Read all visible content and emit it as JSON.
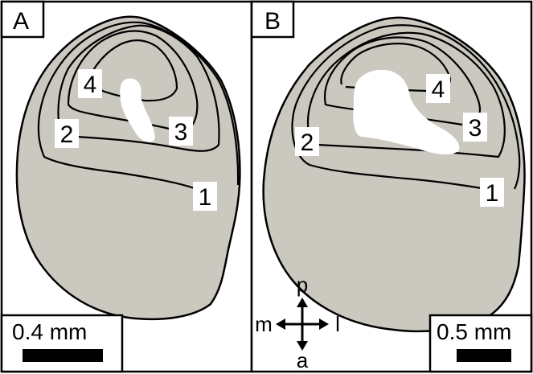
{
  "panels": [
    {
      "letter": "A",
      "scale_label": "0.4 mm",
      "contour_labels": [
        "1",
        "2",
        "3",
        "4"
      ]
    },
    {
      "letter": "B",
      "scale_label": "0.5 mm",
      "contour_labels": [
        "1",
        "2",
        "3",
        "4"
      ]
    }
  ],
  "orientation": {
    "posterior": "p",
    "anterior": "a",
    "medial": "m",
    "lateral": "l"
  },
  "colors": {
    "tooth_fill": "#cbc8c0",
    "outline": "#000000",
    "background": "#ffffff"
  }
}
